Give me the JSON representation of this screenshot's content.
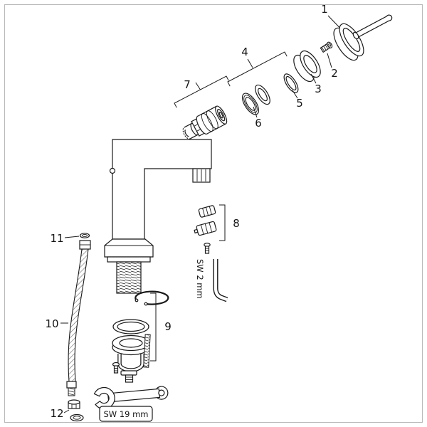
{
  "diagram": {
    "callouts": {
      "c1": "1",
      "c2": "2",
      "c3": "3",
      "c4": "4",
      "c5": "5",
      "c6": "6",
      "c7": "7",
      "c8": "8",
      "c9": "9",
      "c10": "10",
      "c11": "11",
      "c12": "12"
    },
    "annotations": {
      "allen_key_size": "SW 2 mm",
      "wrench_size": "SW 19 mm"
    }
  }
}
